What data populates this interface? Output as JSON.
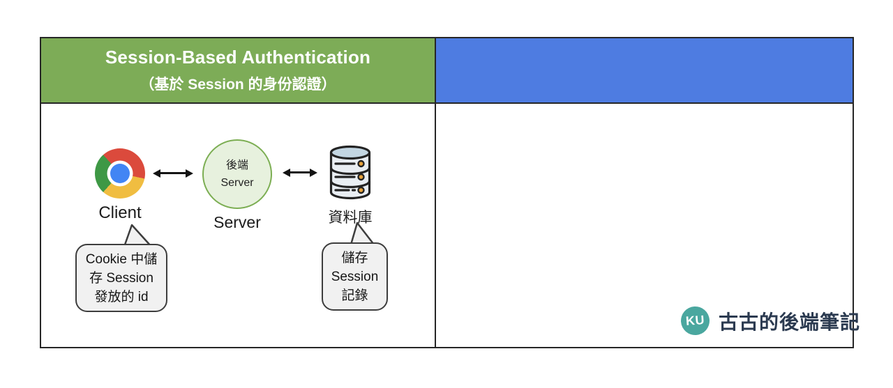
{
  "colors": {
    "header_green": "#7DAC57",
    "header_blue": "#4E7CE1",
    "border_dark": "#262626",
    "circle_fill": "#E7F1DE",
    "circle_stroke": "#7CAE53",
    "bubble_fill": "#F1F1F1",
    "bubble_stroke": "#3D3D3D",
    "db_fill": "#E9EEF3",
    "db_top_fill": "#C3D6E2",
    "db_dot": "#E8A33C",
    "chrome_red": "#DB4A3C",
    "chrome_yellow": "#F0BD41",
    "chrome_green": "#3E9845",
    "chrome_blue": "#4285F4",
    "logo_teal": "#4AA79F",
    "logo_text_color": "#2B3A50"
  },
  "left_panel": {
    "header": {
      "title": "Session-Based Authentication",
      "subtitle": "（基於 Session 的身份認證）"
    },
    "diagram": {
      "client": {
        "label": "Client"
      },
      "server": {
        "circle_line1": "後端",
        "circle_line2": "Server",
        "label": "Server"
      },
      "database": {
        "label": "資料庫"
      },
      "client_note": {
        "line1": "Cookie 中儲",
        "line2": "存 Session",
        "line3": "發放的 id"
      },
      "database_note": {
        "line1": "儲存",
        "line2": "Session",
        "line3": "記錄"
      }
    }
  },
  "right_panel": {
    "header": {
      "title": ""
    }
  },
  "branding": {
    "monogram": "KU",
    "name": "古古的後端筆記"
  }
}
